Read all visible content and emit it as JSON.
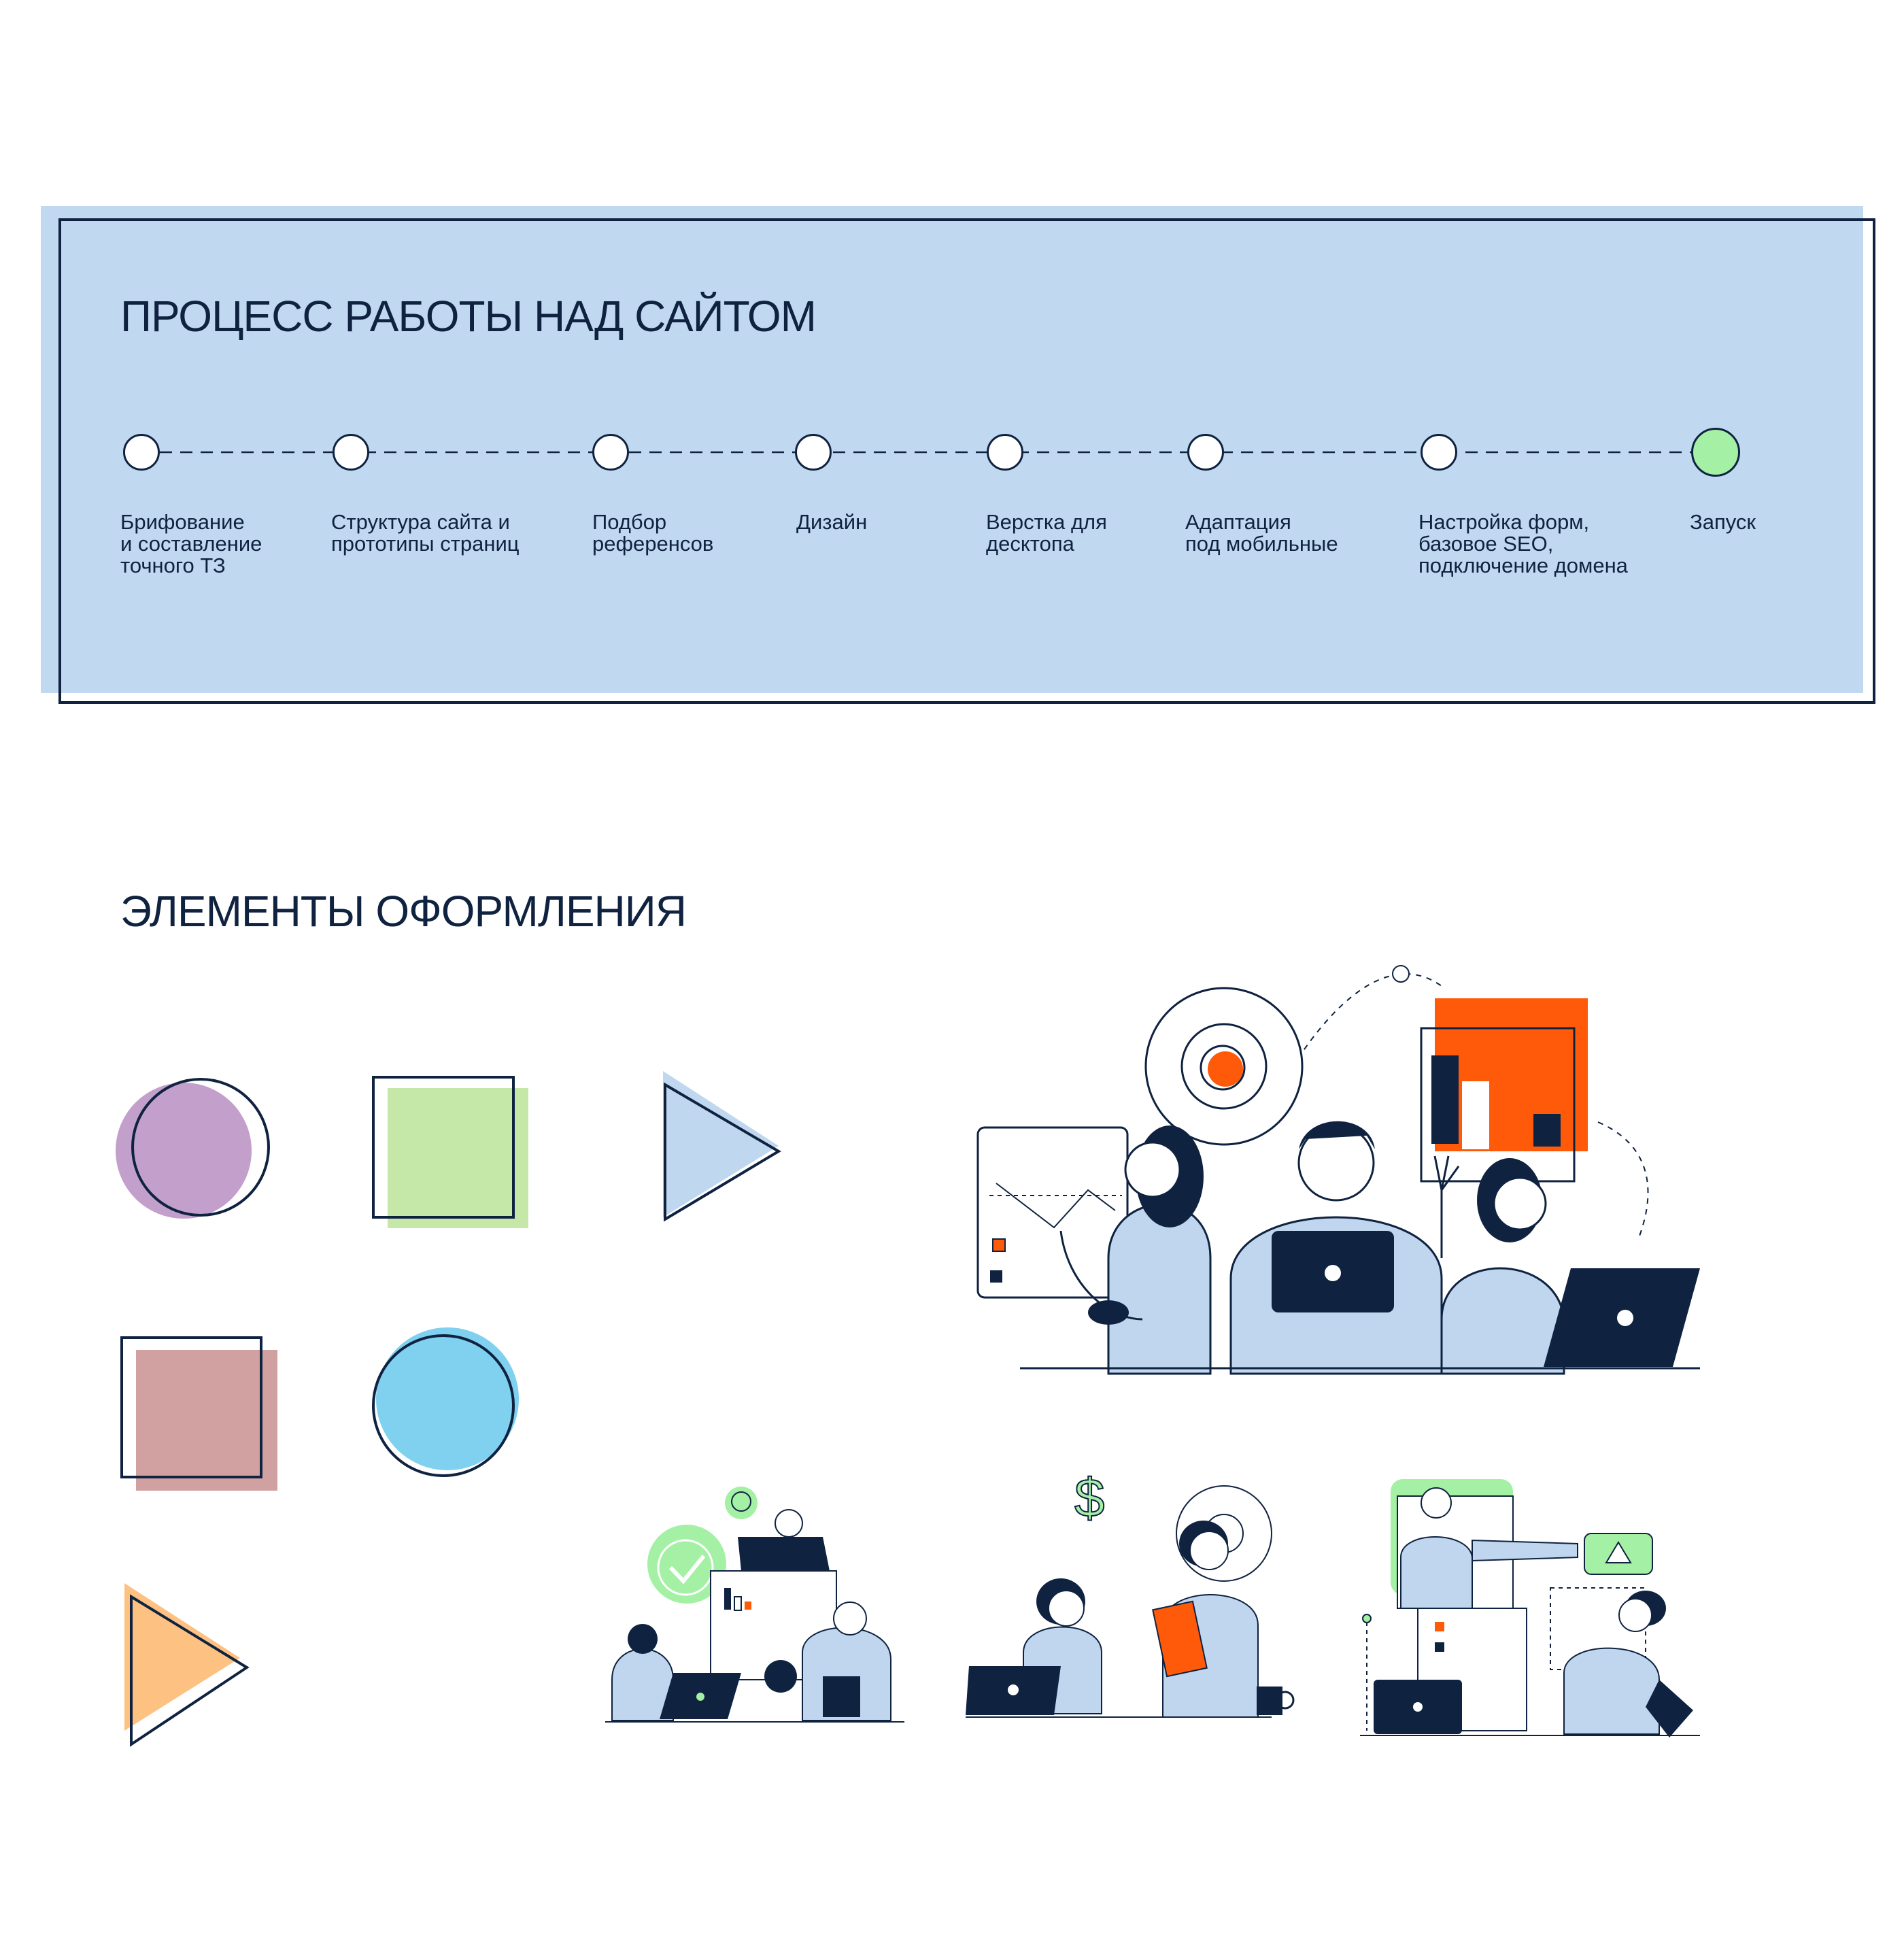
{
  "process": {
    "title": "ПРОЦЕСС РАБОТЫ НАД САЙТОМ",
    "steps": [
      {
        "label": "Брифование\nи составление\nточного ТЗ"
      },
      {
        "label": "Структура сайта и\nпрототипы страниц"
      },
      {
        "label": "Подбор\nреференсов"
      },
      {
        "label": "Дизайн"
      },
      {
        "label": "Верстка для\nдесктопа"
      },
      {
        "label": "Адаптация\nпод мобильные"
      },
      {
        "label": "Настройка форм,\nбазовое SEO,\nподключение домена"
      },
      {
        "label": "Запуск",
        "state": "complete"
      }
    ]
  },
  "elements": {
    "title": "ЭЛЕМЕНТЫ ОФОРМЛЕНИЯ"
  },
  "colors": {
    "panel": "#c0d9f0",
    "ink": "#0f2240",
    "accent_green": "#a4f0a4",
    "accent_orange": "#ff5a0a",
    "shape_purple": "#c3a0cb",
    "shape_green": "#c5e8a8",
    "shape_blue_tri": "#bfd7ef",
    "shape_rose": "#d1a0a0",
    "shape_cyan": "#7fd1ef",
    "shape_orange": "#fdc282",
    "figure_blue": "#bfd6ee"
  },
  "icons": [
    "gear-icon",
    "dollar-icon",
    "checkmark-icon",
    "bar-chart-icon",
    "laptop-icon",
    "lightbulb-icon",
    "warning-triangle-icon",
    "coffee-mug-icon"
  ]
}
